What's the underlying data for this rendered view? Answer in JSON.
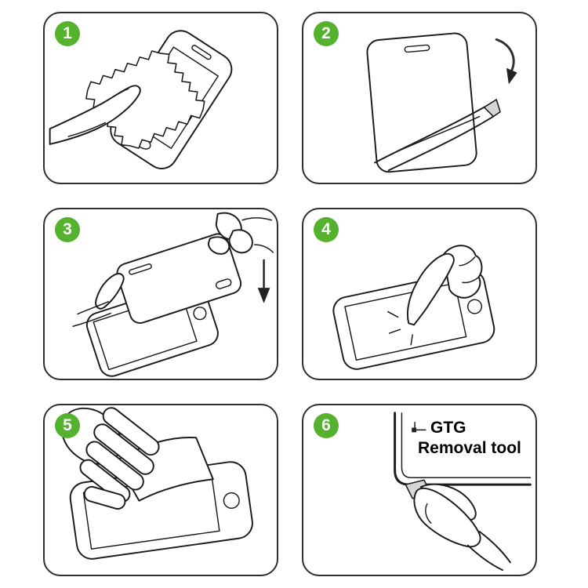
{
  "steps": [
    {
      "number": "1",
      "name": "wipe-screen-clean-with-cloth"
    },
    {
      "number": "2",
      "name": "peel-backing-film-from-protector"
    },
    {
      "number": "3",
      "name": "align-and-lower-protector-onto-phone"
    },
    {
      "number": "4",
      "name": "press-center-of-screen"
    },
    {
      "number": "5",
      "name": "squeegee-out-air-bubbles"
    },
    {
      "number": "6",
      "name": "use-removal-tool",
      "label_line1": "GTG",
      "label_line2": "Removal tool"
    }
  ],
  "colors": {
    "badge_green": "#55b22e",
    "line": "#1c1c1c",
    "panel_border": "#2f2f2f",
    "tab_gray": "#d6d6d6"
  }
}
